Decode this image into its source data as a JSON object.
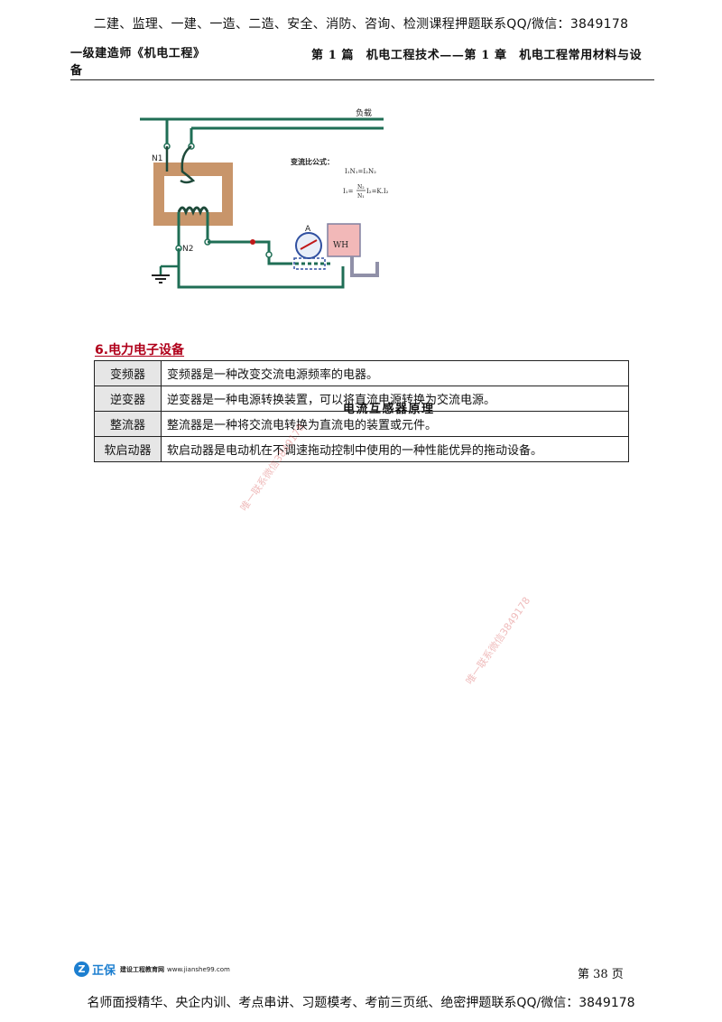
{
  "banner": {
    "top": "二建、监理、一建、一造、二造、安全、消防、咨询、检测课程押题联系QQ/微信：3849178",
    "bottom": "名师面授精华、央企内训、考点串讲、习题模考、考前三页纸、绝密押题联系QQ/微信：3849178"
  },
  "header": {
    "left": "一级建造师《机电工程》",
    "left_wrap": "备",
    "right": "第 1 篇　机电工程技术——第 1 章　机电工程常用材料与设"
  },
  "figure": {
    "load_label": "负载",
    "n1_label": "N1",
    "n2_label": "N2",
    "ammeter_label": "A",
    "meter_label": "WH",
    "formula_title": "变流比公式：",
    "formula_1": "I₁N₁=I₂N₂",
    "formula_2_lhs": "I₁=",
    "formula_2_num": "N₂",
    "formula_2_den": "N₁",
    "formula_2_rhs": "I₂=K.I₂",
    "caption": "电流互感器原理",
    "colors": {
      "core": "#c8956a",
      "wire": "#1f6e55",
      "coil": "#1e4a3a",
      "meter_box": "#f2b8b8"
    }
  },
  "section": {
    "title": "6.电力电子设备",
    "rows": [
      {
        "term": "变频器",
        "desc": "变频器是一种改变交流电源频率的电器。"
      },
      {
        "term": "逆变器",
        "desc": "逆变器是一种电源转换装置，可以将直流电源转换为交流电源。"
      },
      {
        "term": "整流器",
        "desc": "整流器是一种将交流电转换为直流电的装置或元件。"
      },
      {
        "term": "软启动器",
        "desc": "软启动器是电动机在不调速拖动控制中使用的一种性能优异的拖动设备。"
      }
    ]
  },
  "watermarks": [
    "唯一联系微信3849178",
    "唯一联系微信3849178"
  ],
  "footer": {
    "logo_char": "Z",
    "brand": "正保",
    "site_name": "建设工程教育网",
    "url": "www.jianshe99.com",
    "page": "第 38 页"
  }
}
